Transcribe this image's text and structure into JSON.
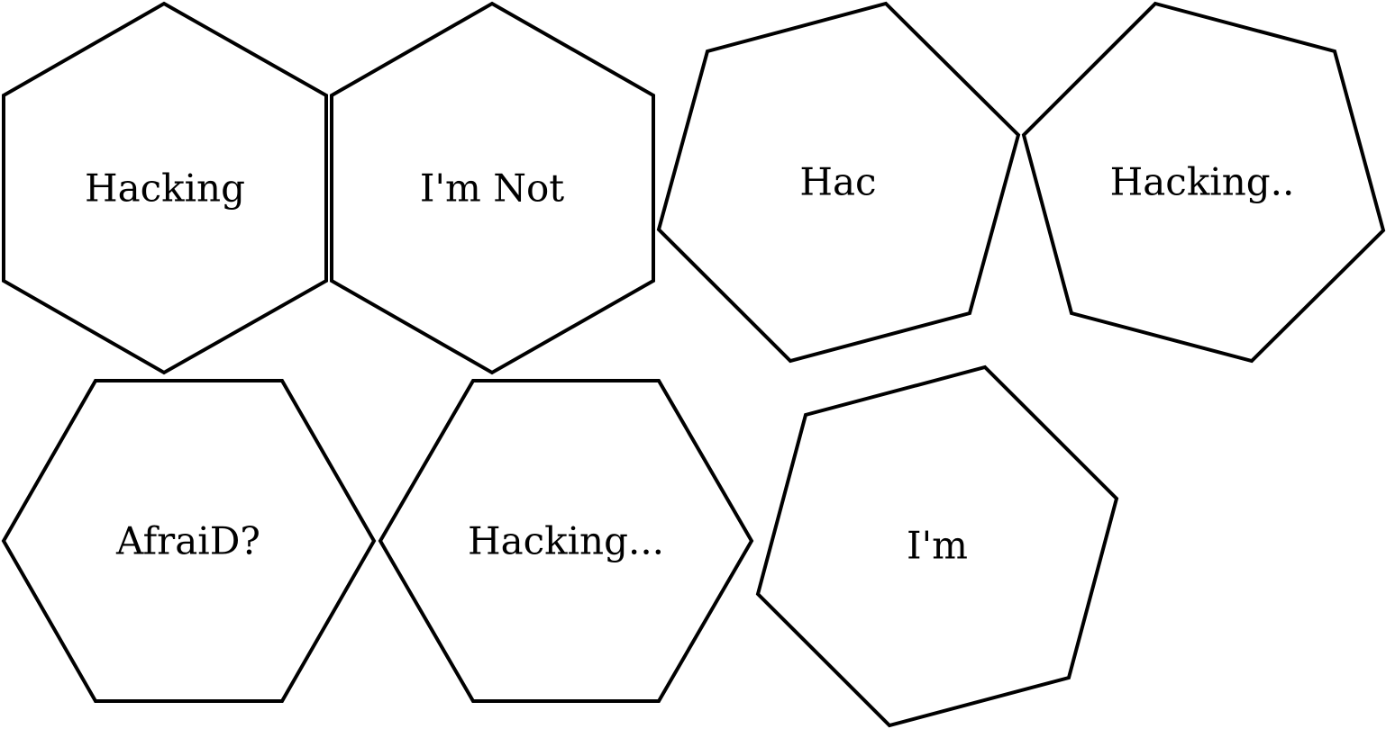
{
  "tiles": [
    {
      "label": "Hacking"
    },
    {
      "label": "I'm Not"
    },
    {
      "label": "Hac"
    },
    {
      "label": "Hacking.."
    },
    {
      "label": "AfraiD?"
    },
    {
      "label": "Hacking..."
    },
    {
      "label": "I'm"
    }
  ],
  "colors": {
    "background": "#ffffff",
    "stroke": "#000000",
    "text": "#000000"
  }
}
